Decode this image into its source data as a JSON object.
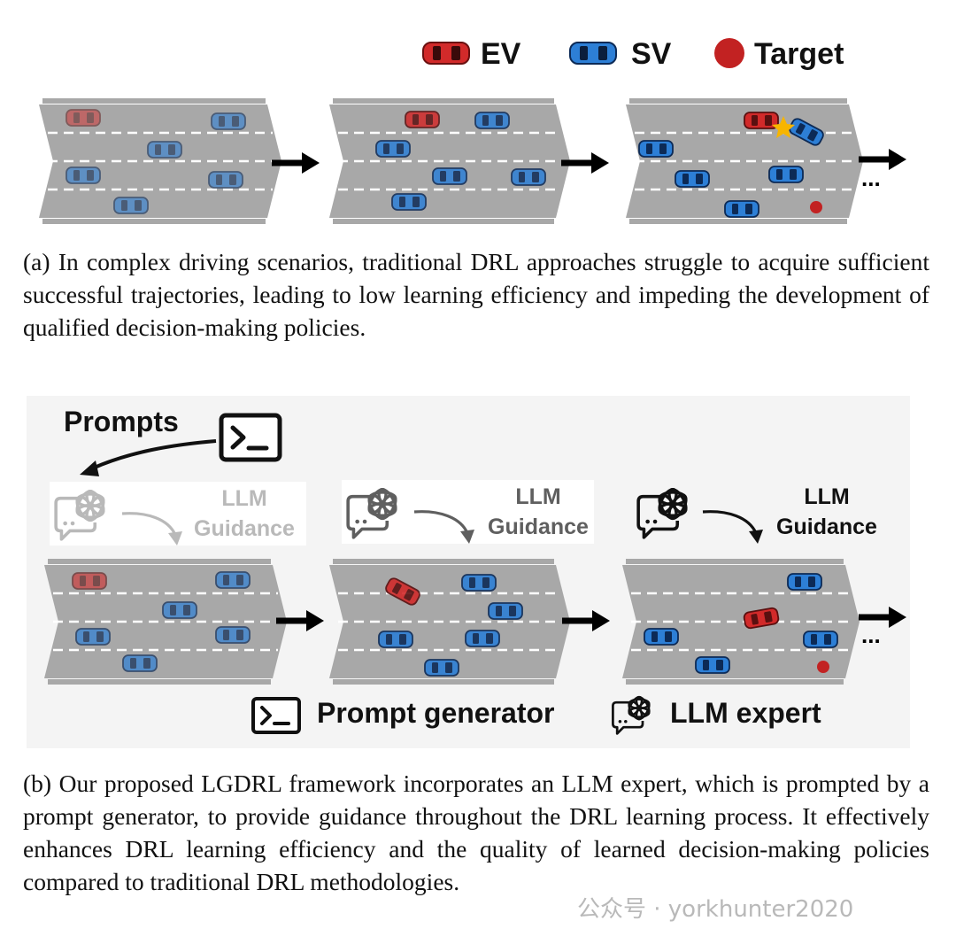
{
  "legend": {
    "ev": "EV",
    "sv": "SV",
    "target": "Target",
    "colors": {
      "ev": "#d22a2a",
      "sv": "#2d7fd6",
      "target": "#c22222",
      "road": "#a8a8a8"
    }
  },
  "captions": {
    "a": "(a) In complex driving scenarios, traditional DRL approaches struggle to acquire sufficient successful trajectories, leading to low learning efficiency and impeding the development of qualified decision-making policies.",
    "b": "(b) Our proposed LGDRL framework incorporates an LLM expert, which is prompted by a prompt generator, to provide guidance throughout the DRL learning process. It effectively enhances DRL learning efficiency and the quality of learned decision-making policies compared to traditional DRL methodologies."
  },
  "panel_b": {
    "prompts_label": "Prompts",
    "guidance": [
      {
        "line1": "LLM",
        "line2": "Guidance"
      },
      {
        "line1": "LLM",
        "line2": "Guidance"
      },
      {
        "line1": "LLM",
        "line2": "Guidance"
      }
    ],
    "prompt_generator_label": "Prompt generator",
    "llm_expert_label": "LLM expert"
  },
  "ellipsis": "...",
  "watermark": "公众号 · yorkhunter2020",
  "icons": [
    "car-icon",
    "target-dot-icon",
    "terminal-icon",
    "openai-chat-icon",
    "collision-star-icon",
    "arrow-right-icon"
  ]
}
